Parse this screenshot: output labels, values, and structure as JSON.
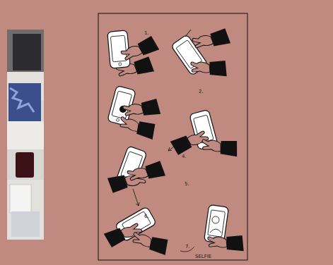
{
  "diagram": {
    "labels": [
      "1.",
      "2.",
      "3.",
      "4.",
      "5.",
      "6.",
      "7.",
      "SELFIE"
    ]
  }
}
